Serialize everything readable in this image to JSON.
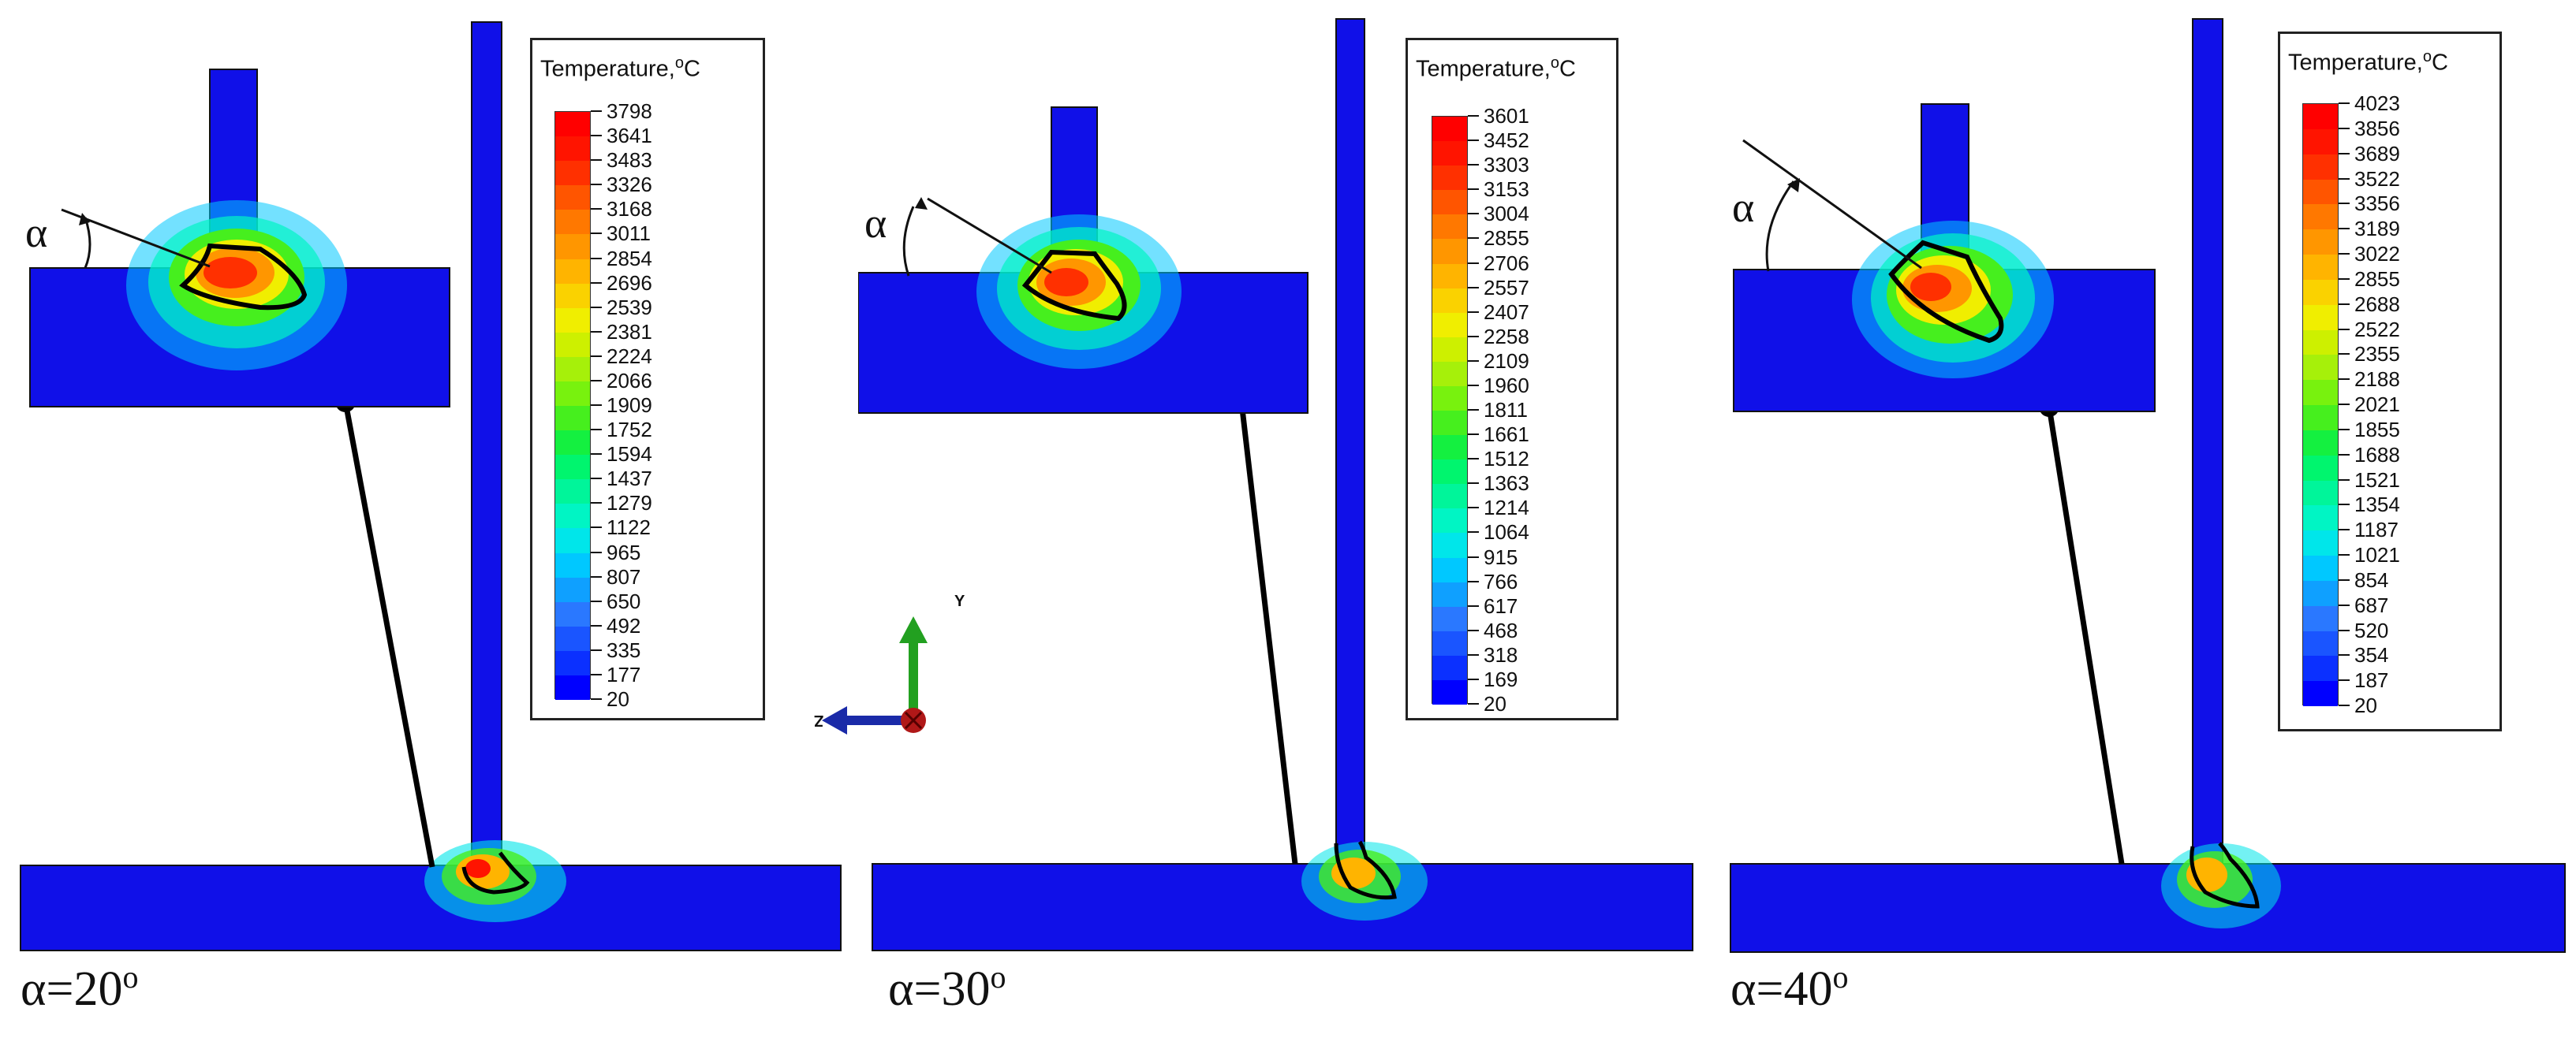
{
  "figure": {
    "angle_symbol": "α",
    "colors": {
      "steel": "#1010e8",
      "scale": [
        "#0000ff",
        "#0b30ff",
        "#1a55ff",
        "#2a78ff",
        "#0fa0ff",
        "#00c8ff",
        "#00e6ea",
        "#00f5c4",
        "#00f59a",
        "#00f56e",
        "#14f040",
        "#46ef1e",
        "#78f20e",
        "#a6f00a",
        "#cdf000",
        "#f0ee00",
        "#fad200",
        "#ffb400",
        "#ff9600",
        "#ff7800",
        "#ff5500",
        "#ff3000",
        "#ff1400",
        "#ff0000"
      ]
    },
    "triad": {
      "y_label": "Y",
      "z_label": "Z"
    },
    "panels": [
      {
        "id": "a20",
        "label_prefix": "α=",
        "angle": "20",
        "degree_sign": "o",
        "legend_title": "Temperature,",
        "legend_unit": "C",
        "legend_unit_sup": "o",
        "legend_values": [
          "3798",
          "3641",
          "3483",
          "3326",
          "3168",
          "3011",
          "2854",
          "2696",
          "2539",
          "2381",
          "2224",
          "2066",
          "1909",
          "1752",
          "1594",
          "1437",
          "1279",
          "1122",
          "965",
          "807",
          "650",
          "492",
          "335",
          "177",
          "20"
        ]
      },
      {
        "id": "a30",
        "label_prefix": "α=",
        "angle": "30",
        "degree_sign": "o",
        "legend_title": "Temperature,",
        "legend_unit": "C",
        "legend_unit_sup": "o",
        "legend_values": [
          "3601",
          "3452",
          "3303",
          "3153",
          "3004",
          "2855",
          "2706",
          "2557",
          "2407",
          "2258",
          "2109",
          "1960",
          "1811",
          "1661",
          "1512",
          "1363",
          "1214",
          "1064",
          "915",
          "766",
          "617",
          "468",
          "318",
          "169",
          "20"
        ]
      },
      {
        "id": "a40",
        "label_prefix": "α=",
        "angle": "40",
        "degree_sign": "o",
        "legend_title": "Temperature,",
        "legend_unit": "C",
        "legend_unit_sup": "o",
        "legend_values": [
          "4023",
          "3856",
          "3689",
          "3522",
          "3356",
          "3189",
          "3022",
          "2855",
          "2688",
          "2522",
          "2355",
          "2188",
          "2021",
          "1855",
          "1688",
          "1521",
          "1354",
          "1187",
          "1021",
          "854",
          "687",
          "520",
          "354",
          "187",
          "20"
        ]
      }
    ]
  }
}
